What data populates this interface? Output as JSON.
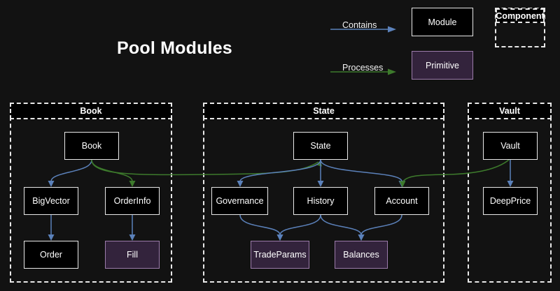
{
  "page": {
    "title": "Pool Modules",
    "background_color": "#121212"
  },
  "legend": {
    "contains_label": "Contains",
    "processes_label": "Processes",
    "module_label": "Module",
    "primitive_label": "Primitive",
    "component_label": "Component",
    "contains_color": "#5b81ba",
    "processes_color": "#3d7a2c",
    "module_fill": "#000000",
    "module_border": "#e8e8e8",
    "primitive_fill": "#33233c",
    "primitive_border": "#9c7cab"
  },
  "containers": [
    {
      "id": "book",
      "title": "Book"
    },
    {
      "id": "state",
      "title": "State"
    },
    {
      "id": "vault",
      "title": "Vault"
    }
  ],
  "nodes": {
    "book": {
      "label": "Book",
      "type": "module",
      "container": "Book"
    },
    "bigvector": {
      "label": "BigVector",
      "type": "module",
      "container": "Book"
    },
    "orderinfo": {
      "label": "OrderInfo",
      "type": "module",
      "container": "Book"
    },
    "order": {
      "label": "Order",
      "type": "module",
      "container": "Book"
    },
    "fill": {
      "label": "Fill",
      "type": "primitive",
      "container": "Book"
    },
    "state": {
      "label": "State",
      "type": "module",
      "container": "State"
    },
    "governance": {
      "label": "Governance",
      "type": "module",
      "container": "State"
    },
    "history": {
      "label": "History",
      "type": "module",
      "container": "State"
    },
    "account": {
      "label": "Account",
      "type": "module",
      "container": "State"
    },
    "tradeparams": {
      "label": "TradeParams",
      "type": "primitive",
      "container": "State"
    },
    "balances": {
      "label": "Balances",
      "type": "primitive",
      "container": "State"
    },
    "vault": {
      "label": "Vault",
      "type": "module",
      "container": "Vault"
    },
    "deepprice": {
      "label": "DeepPrice",
      "type": "module",
      "container": "Vault"
    }
  },
  "edges": [
    {
      "from": "book",
      "to": "bigvector",
      "kind": "contains"
    },
    {
      "from": "book",
      "to": "orderinfo",
      "kind": "processes"
    },
    {
      "from": "book",
      "to": "state",
      "kind": "processes"
    },
    {
      "from": "bigvector",
      "to": "order",
      "kind": "contains"
    },
    {
      "from": "orderinfo",
      "to": "fill",
      "kind": "contains"
    },
    {
      "from": "state",
      "to": "governance",
      "kind": "contains"
    },
    {
      "from": "state",
      "to": "history",
      "kind": "contains"
    },
    {
      "from": "state",
      "to": "account",
      "kind": "contains"
    },
    {
      "from": "governance",
      "to": "tradeparams",
      "kind": "contains"
    },
    {
      "from": "history",
      "to": "tradeparams",
      "kind": "contains"
    },
    {
      "from": "history",
      "to": "balances",
      "kind": "contains"
    },
    {
      "from": "account",
      "to": "balances",
      "kind": "contains"
    },
    {
      "from": "vault",
      "to": "deepprice",
      "kind": "contains"
    },
    {
      "from": "vault",
      "to": "account",
      "kind": "processes"
    }
  ]
}
